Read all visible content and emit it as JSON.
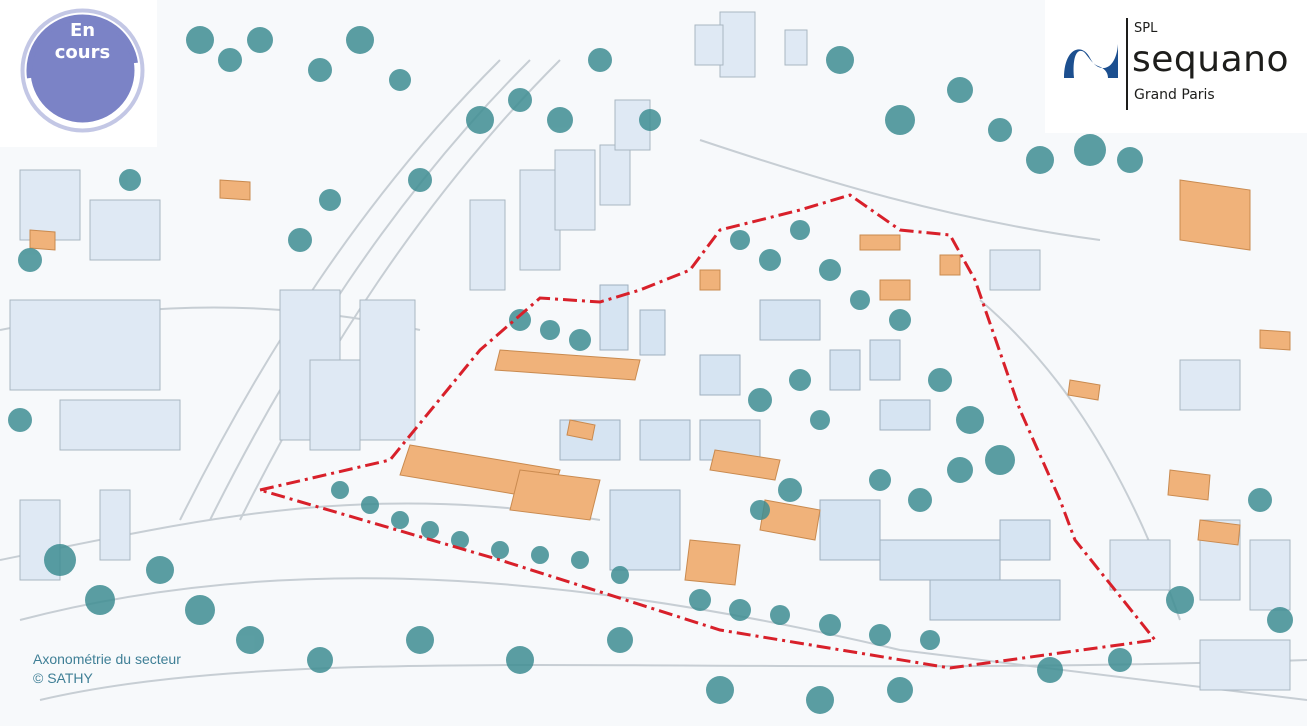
{
  "status_badge": {
    "line1": "En",
    "line2": "cours",
    "color": "#7b83c6"
  },
  "logo": {
    "prefix": "SPL",
    "name": "sequano",
    "subtitle": "Grand Paris",
    "mark_color": "#1c4f8f"
  },
  "caption": {
    "line1": "Axonométrie du secteur",
    "line2": "© SATHY"
  },
  "illustration": {
    "icon": "axonometric-map",
    "colors": {
      "tree": "#3f8e93",
      "building": "#d9e6f3",
      "heritage_building": "#f0b27a",
      "perimeter": "#d8202a",
      "road": "#bfc6cc"
    }
  }
}
